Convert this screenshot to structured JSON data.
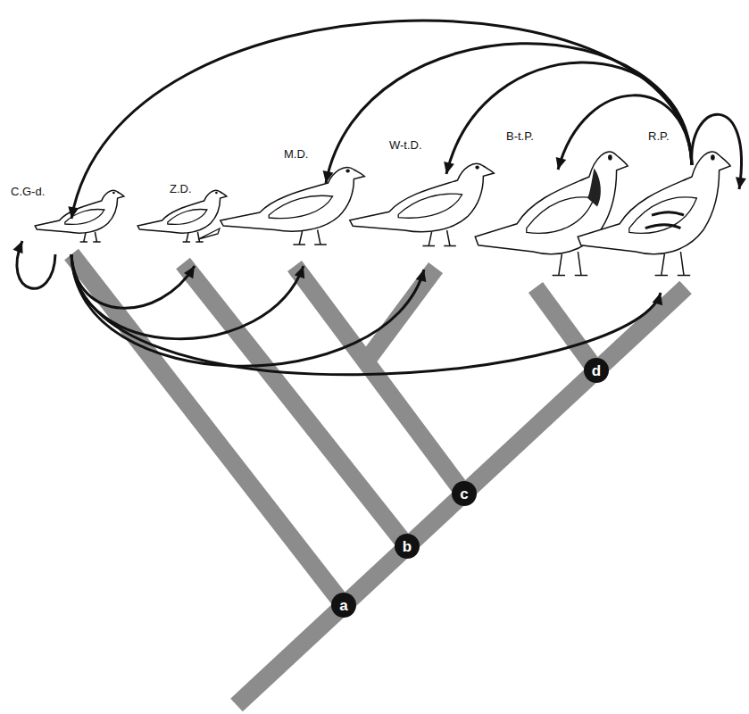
{
  "diagram": {
    "nodes": [
      {
        "text": [
          "C.G-d."
        ]
      },
      {
        "text": [
          "Z.D."
        ]
      },
      {
        "text": [
          "M.D."
        ]
      },
      {
        "text": [
          "W-t.D."
        ]
      },
      {
        "text": [
          "B-t.P."
        ]
      },
      {
        "text": [
          "R.P."
        ]
      },
      {
        "text": [
          "a"
        ]
      },
      {
        "text": [
          "b"
        ]
      },
      {
        "text": [
          "c"
        ]
      },
      {
        "text": [
          "d"
        ]
      }
    ],
    "edges": [
      {
        "from": 5,
        "to": 0,
        "arrow": "to"
      },
      {
        "from": 5,
        "to": 2,
        "arrow": "to"
      },
      {
        "from": 5,
        "to": 3,
        "arrow": "to"
      },
      {
        "from": 5,
        "to": 4,
        "arrow": "to"
      },
      {
        "from": 5,
        "to": 5,
        "arrow": "to"
      },
      {
        "from": 0,
        "to": 0,
        "arrow": "to"
      },
      {
        "from": 0,
        "to": 1,
        "arrow": "to"
      },
      {
        "from": 0,
        "to": 2,
        "arrow": "to"
      },
      {
        "from": 0,
        "to": 3,
        "arrow": "to"
      },
      {
        "from": 0,
        "to": 5,
        "arrow": "to"
      }
    ]
  }
}
